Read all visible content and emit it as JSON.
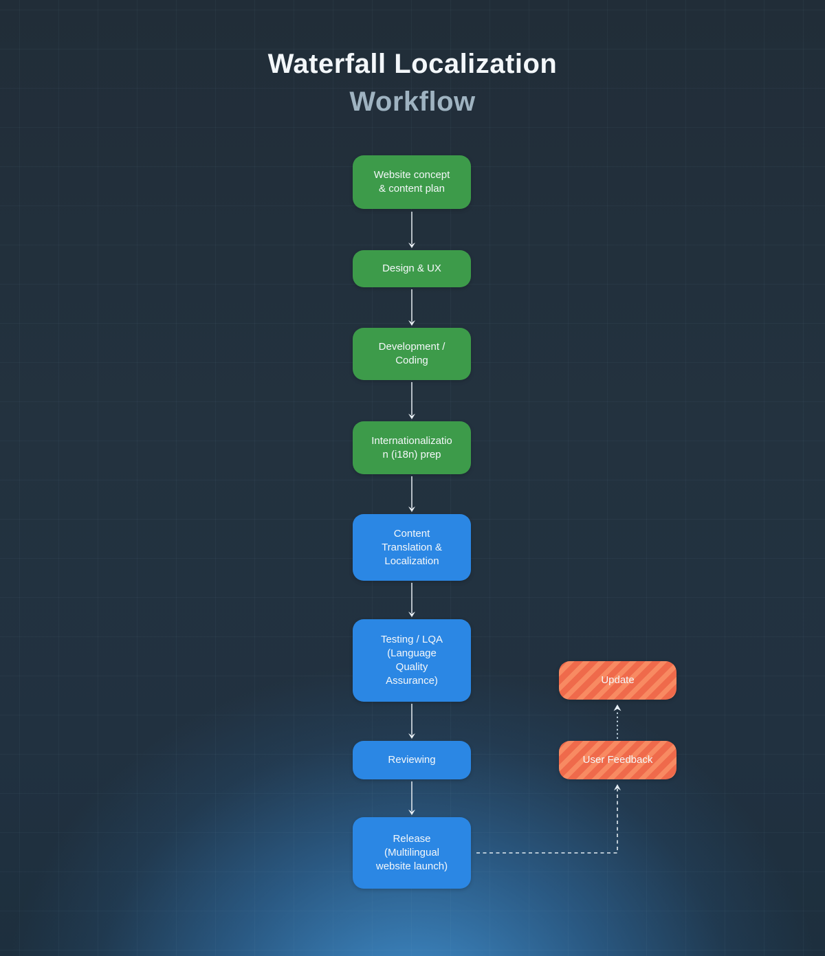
{
  "title": {
    "line1": "Waterfall Localization",
    "line2": "Workflow"
  },
  "flow": {
    "nodes": [
      {
        "label": "Website concept & content plan",
        "color": "#3d9b4a"
      },
      {
        "label": "Design & UX",
        "color": "#3d9b4a"
      },
      {
        "label": "Development / Coding",
        "color": "#3d9b4a"
      },
      {
        "label": "Internationalization (i18n) prep",
        "color": "#3d9b4a"
      },
      {
        "label": "Content Translation & Localization",
        "color": "#2b87e4"
      },
      {
        "label": "Testing / LQA (Language Quality Assurance)",
        "color": "#2b87e4"
      },
      {
        "label": "Reviewing",
        "color": "#2b87e4"
      },
      {
        "label": "Release (Multilingual website launch)",
        "color": "#2b87e4"
      }
    ],
    "edges": [
      {
        "from": "Website concept & content plan",
        "to": "Design & UX",
        "style": "solid"
      },
      {
        "from": "Design & UX",
        "to": "Development / Coding",
        "style": "solid"
      },
      {
        "from": "Development / Coding",
        "to": "Internationalization (i18n) prep",
        "style": "solid"
      },
      {
        "from": "Internationalization (i18n) prep",
        "to": "Content Translation & Localization",
        "style": "solid"
      },
      {
        "from": "Content Translation & Localization",
        "to": "Testing / LQA (Language Quality Assurance)",
        "style": "solid"
      },
      {
        "from": "Testing / LQA (Language Quality Assurance)",
        "to": "Reviewing",
        "style": "solid"
      },
      {
        "from": "Reviewing",
        "to": "Release (Multilingual website launch)",
        "style": "solid"
      }
    ]
  },
  "feedback_loop": {
    "nodes": [
      {
        "label": "Update",
        "color": "#ef6a4b"
      },
      {
        "label": "User Feedback",
        "color": "#ef6a4b"
      }
    ],
    "edges": [
      {
        "from": "Release (Multilingual website launch)",
        "to": "User Feedback",
        "style": "dashed"
      },
      {
        "from": "User Feedback",
        "to": "Update",
        "style": "dotted"
      }
    ]
  },
  "colors": {
    "green_node": "#3d9b4a",
    "blue_node": "#2b87e4",
    "orange_node_base": "#ef6a4b",
    "orange_node_stripe": "#f88a62",
    "background": "#23323f",
    "bottom_glow": "#3a86c6",
    "arrow": "#e8eef3",
    "title_primary": "#f3f7fa",
    "title_secondary": "#9fb3c1"
  }
}
